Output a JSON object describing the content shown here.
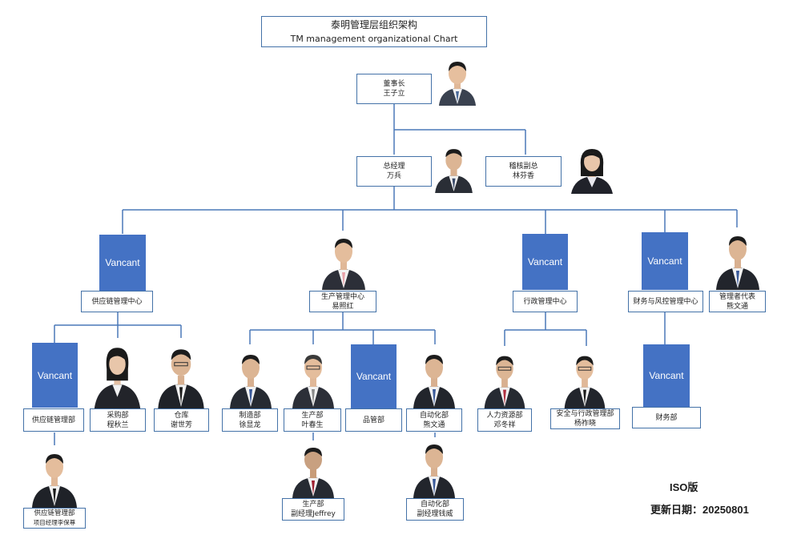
{
  "title": {
    "cn": "泰明管理层组织架构",
    "en": "TM management organizational Chart"
  },
  "vacant_label": "Vancant",
  "chairman": {
    "title": "董事长",
    "name": "王子立"
  },
  "gm": {
    "title": "总经理",
    "name": "万兵"
  },
  "audit_vp": {
    "title": "稽核副总",
    "name": "林芬香"
  },
  "centers": {
    "supply": {
      "title": "供应链管理中心"
    },
    "production": {
      "title": "生产管理中心",
      "name": "易照红"
    },
    "admin": {
      "title": "行政管理中心"
    },
    "finance": {
      "title": "财务与风控管理中心"
    },
    "mgmt_rep": {
      "title": "管理者代表",
      "name": "熊文通"
    }
  },
  "depts": {
    "supply_dept": {
      "title": "供应链管理部"
    },
    "purchase": {
      "title": "采购部",
      "name": "程秋兰"
    },
    "warehouse": {
      "title": "仓库",
      "name": "谢世芳"
    },
    "manufacturing": {
      "title": "制造部",
      "name": "徐显龙"
    },
    "production": {
      "title": "生产部",
      "name": "叶春生"
    },
    "quality": {
      "title": "品管部"
    },
    "automation": {
      "title": "自动化部",
      "name": "熊文通"
    },
    "hr": {
      "title": "人力资源部",
      "name": "邓冬祥"
    },
    "safety": {
      "title": "安全与行政管理部",
      "name": "杨祚晓"
    },
    "finance": {
      "title": "财务部"
    }
  },
  "subs": {
    "supply_pm": {
      "title": "供应链管理部",
      "name": "项目经理李保尊"
    },
    "prod_deputy": {
      "title": "生产部",
      "name": "副经理Jeffrey"
    },
    "auto_deputy": {
      "title": "自动化部",
      "name": "副经理钱威"
    }
  },
  "footer": {
    "iso": "ISO版",
    "updated": "更新日期：20250801"
  },
  "colors": {
    "border": "#4472a8",
    "vacant_fill": "#4472c4",
    "line": "#4a78b8"
  }
}
